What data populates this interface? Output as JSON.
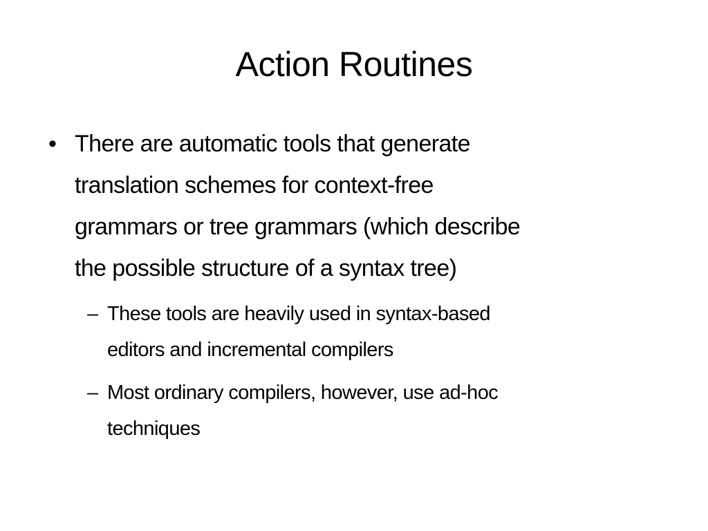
{
  "slide": {
    "title": "Action Routines",
    "bullets": [
      {
        "marker": "•",
        "lines": [
          "There are automatic tools that generate",
          "translation schemes for context-free",
          "grammars or tree grammars (which describe",
          "the possible structure of a syntax tree)"
        ],
        "sub_bullets": [
          {
            "marker": "–",
            "lines": [
              "These tools are heavily used in syntax-based",
              "editors and incremental compilers"
            ]
          },
          {
            "marker": "–",
            "lines": [
              "Most ordinary compilers, however, use ad-hoc",
              "techniques"
            ]
          }
        ]
      }
    ]
  }
}
